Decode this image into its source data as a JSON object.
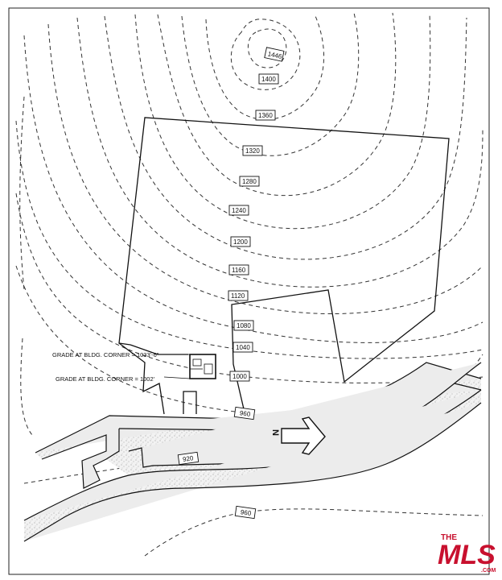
{
  "contour_labels": [
    "1446",
    "1400",
    "1360",
    "1320",
    "1280",
    "1240",
    "1200",
    "1160",
    "1120",
    "1080",
    "1040",
    "1000",
    "960",
    "920",
    "960"
  ],
  "notes": {
    "upper_grade": "GRADE AT BLDG. CORNER = 1033'-6\"",
    "lower_grade": "GRADE AT BLDG. CORNER = 1002'"
  },
  "north_arrow": {
    "letter": "N"
  },
  "logo": {
    "the": "THE",
    "mls": "MLS",
    "com": ".COM",
    "color": "#c8102e"
  }
}
